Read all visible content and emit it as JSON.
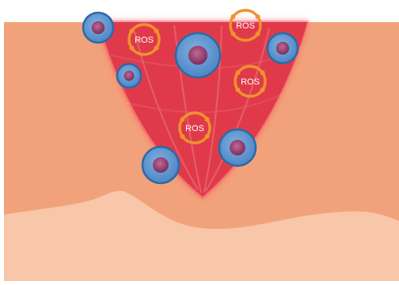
{
  "colors": {
    "background": "#ffffff",
    "tissue": "#f2a27a",
    "skin_surface": "#f8c6a8",
    "wound": "#e03a4a",
    "wound_glow": "#f25060",
    "cell_membrane": "#5b93cf",
    "cell_border": "#2b6aa8",
    "cell_nucleus": "#8e3b6e",
    "ros_ring": "#f0922e",
    "ros_text": "#ffffff"
  },
  "cells": [
    {
      "id": 1,
      "size": "medium"
    },
    {
      "id": 2,
      "size": "large"
    },
    {
      "id": 3,
      "size": "medium"
    },
    {
      "id": 4,
      "size": "small"
    },
    {
      "id": 5,
      "size": "medium"
    },
    {
      "id": 6,
      "size": "medium"
    }
  ],
  "ros": [
    {
      "id": 1,
      "label": "ROS"
    },
    {
      "id": 2,
      "label": "ROS"
    },
    {
      "id": 3,
      "label": "ROS"
    },
    {
      "id": 4,
      "label": "ROS"
    }
  ]
}
